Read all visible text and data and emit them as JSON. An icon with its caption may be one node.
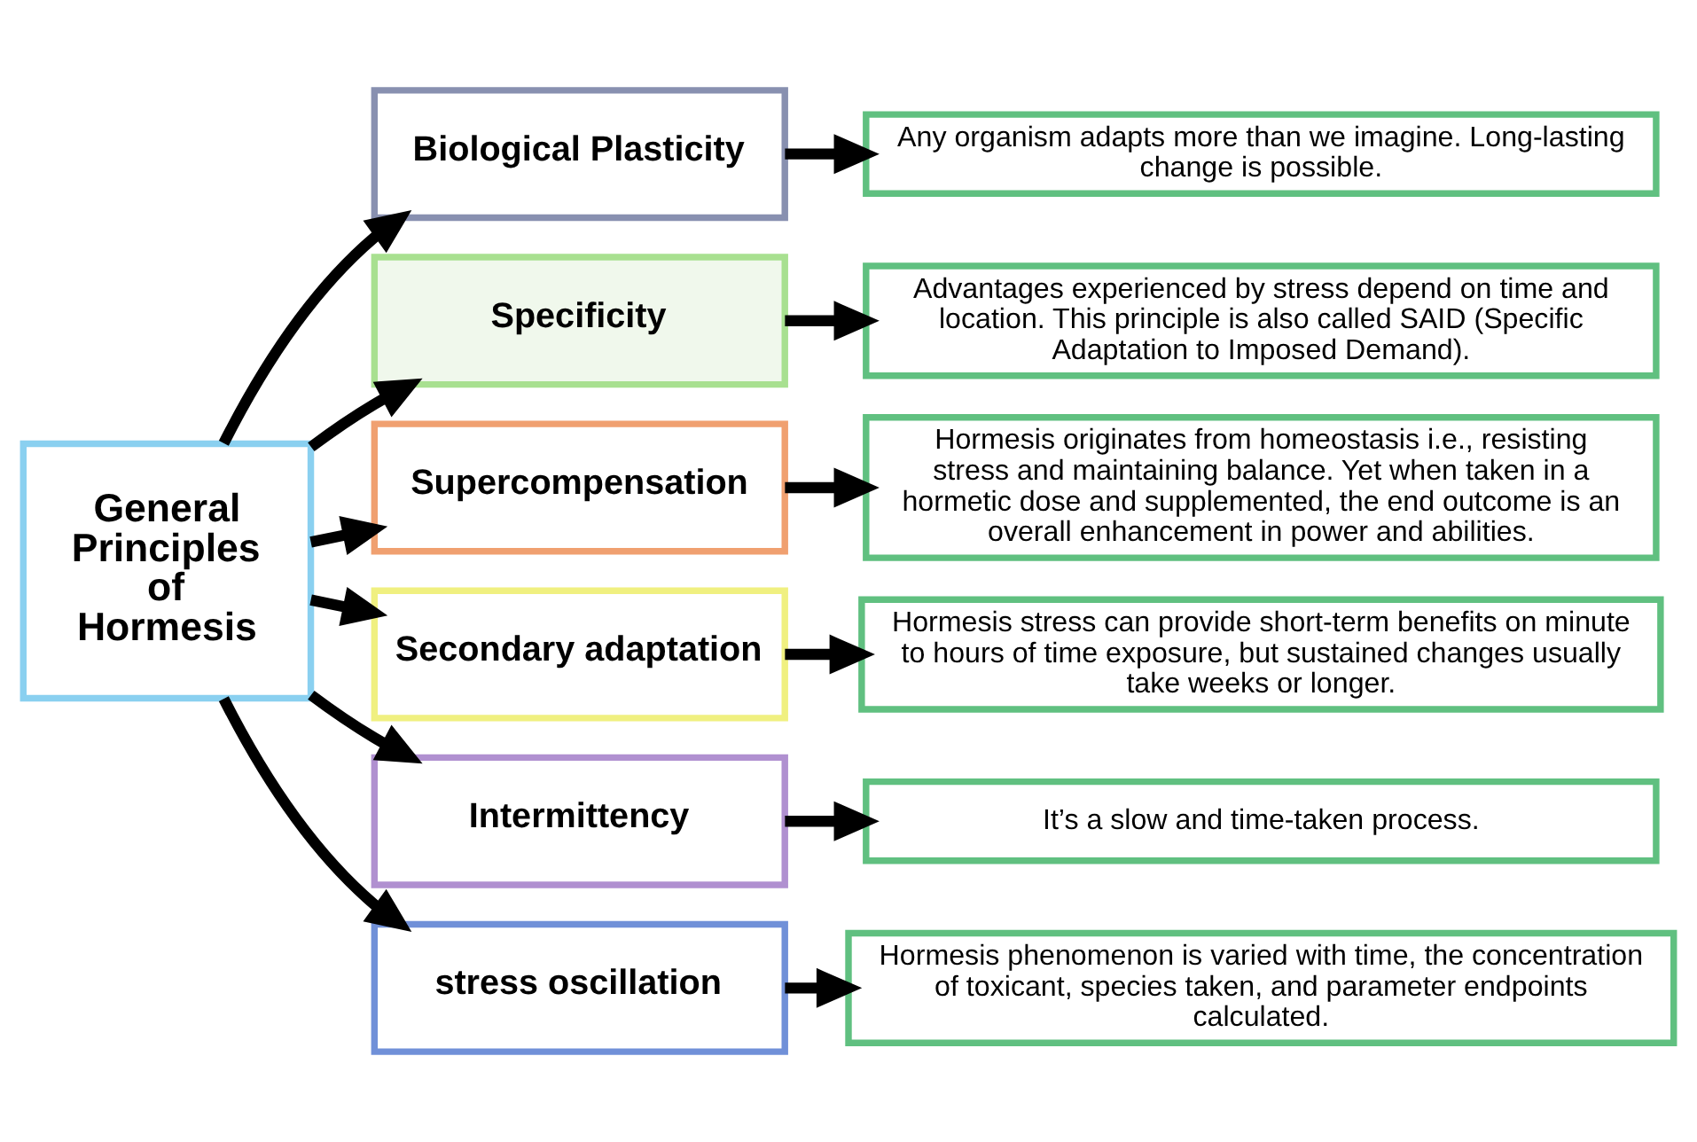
{
  "diagram": {
    "nodes": [
      {
        "text": [
          "General Principles of Hormesis"
        ]
      },
      {
        "text": [
          "Biological Plasticity"
        ]
      },
      {
        "text": [
          "Specificity"
        ]
      },
      {
        "text": [
          "Supercompensation"
        ]
      },
      {
        "text": [
          "Secondary adaptation"
        ]
      },
      {
        "text": [
          "Intermittency"
        ]
      },
      {
        "text": [
          "stress oscillation"
        ]
      },
      {
        "text": [
          "Any organism adapts more than we imagine. Long-lasting change is possible."
        ]
      },
      {
        "text": [
          "Advantages experienced by stress depend on time and location. This principle is also called SAID (Specific Adaptation to Imposed Demand)."
        ]
      },
      {
        "text": [
          "Hormesis originates from homeostasis i.e., resisting stress and maintaining balance. Yet when taken in a hormetic dose and supplemented, the end outcome is an overall enhancement in power and abilities."
        ]
      },
      {
        "text": [
          "Hormesis stress can provide short-term benefits on minute to hours of time exposure, but sustained changes usually take weeks or longer."
        ]
      },
      {
        "text": [
          "It’s a slow and time-taken process."
        ]
      },
      {
        "text": [
          "Hormesis phenomenon is varied with time, the concentration of toxicant, species taken, and parameter endpoints calculated."
        ]
      }
    ],
    "edges": [
      {
        "from": 0,
        "to": 1,
        "arrow": "to"
      },
      {
        "from": 0,
        "to": 2,
        "arrow": "to"
      },
      {
        "from": 0,
        "to": 3,
        "arrow": "to"
      },
      {
        "from": 0,
        "to": 4,
        "arrow": "to"
      },
      {
        "from": 0,
        "to": 5,
        "arrow": "to"
      },
      {
        "from": 0,
        "to": 6,
        "arrow": "to"
      },
      {
        "from": 1,
        "to": 7,
        "arrow": "to"
      },
      {
        "from": 2,
        "to": 8,
        "arrow": "to"
      },
      {
        "from": 3,
        "to": 9,
        "arrow": "to"
      },
      {
        "from": 4,
        "to": 10,
        "arrow": "to"
      },
      {
        "from": 5,
        "to": 11,
        "arrow": "to"
      },
      {
        "from": 6,
        "to": 12,
        "arrow": "to"
      }
    ]
  }
}
